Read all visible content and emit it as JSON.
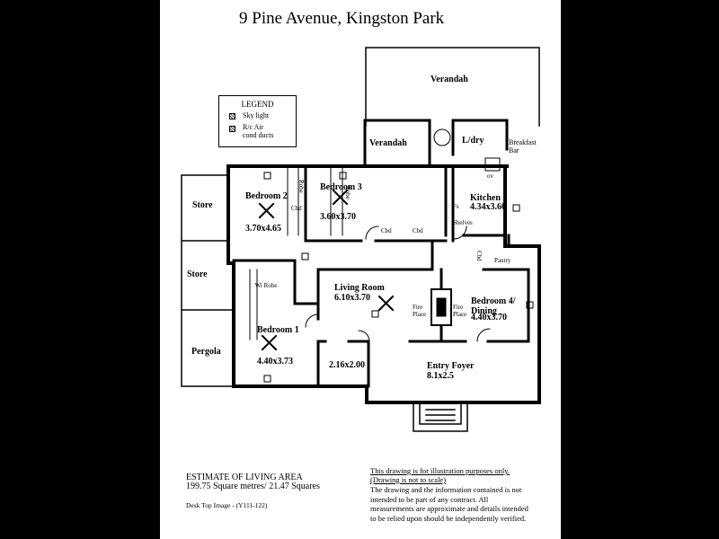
{
  "title": "9 Pine Avenue,  Kingston Park",
  "legend": {
    "title": "LEGEND",
    "items": [
      {
        "label": "Sky light",
        "icon": "skylight-icon"
      },
      {
        "label": "R/c Air cond ducts",
        "icon": "air-duct-icon"
      }
    ]
  },
  "rooms": {
    "verandah_top": "Verandah",
    "verandah_left": "Verandah",
    "laundry": "L/dry",
    "breakfast_bar": "Breakfast Bar",
    "bedroom2": "Bedroom 2",
    "bedroom2_size": "3.70x4.65",
    "bedroom3": "Bedroom 3",
    "bedroom3_size": "3.60x3.70",
    "kitchen": "Kitchen",
    "kitchen_size": "4.34x3.60",
    "store1": "Store",
    "store2": "Store",
    "pergola": "Pergola",
    "bedroom1": "Bedroom 1",
    "bedroom1_size": "4.40x3.73",
    "living": "Living Room",
    "living_size": "6.10x3.70",
    "bedroom4": "Bedroom 4/ Dining",
    "bedroom4_size": "4.40x3.70",
    "study_size": "2.16x2.00",
    "entry": "Entry Foyer",
    "entry_size": "8.1x2.5"
  },
  "labels": {
    "robe_b2": "Robe",
    "robe_b3": "Robe",
    "wi_robe": "Wi Robe",
    "cbd_b2": "Cbd",
    "cbd1": "Cbd",
    "cbd2": "Cbd",
    "cbd_kitchen": "Cbd",
    "fs": "Fs",
    "shelves": "Shelves",
    "pantry": "Pantry",
    "ov": "ov",
    "fireplace_left": "Fire Place",
    "fireplace_right": "Fire Place"
  },
  "estimate": {
    "heading": "ESTIMATE OF LIVING AREA",
    "value": "199.75 Square metres/  21.47 Squares"
  },
  "image_ref": "Desk Top Image - (Y111-122)",
  "disclaimer": {
    "line1": "This drawing is for illustration purposes only.",
    "line2": "(Drawing is not to scale)",
    "body": "The drawing and the information contained is not intended to be part of any contract.  All measurements are approximate and details intended to be relied upon should be independently verified."
  }
}
